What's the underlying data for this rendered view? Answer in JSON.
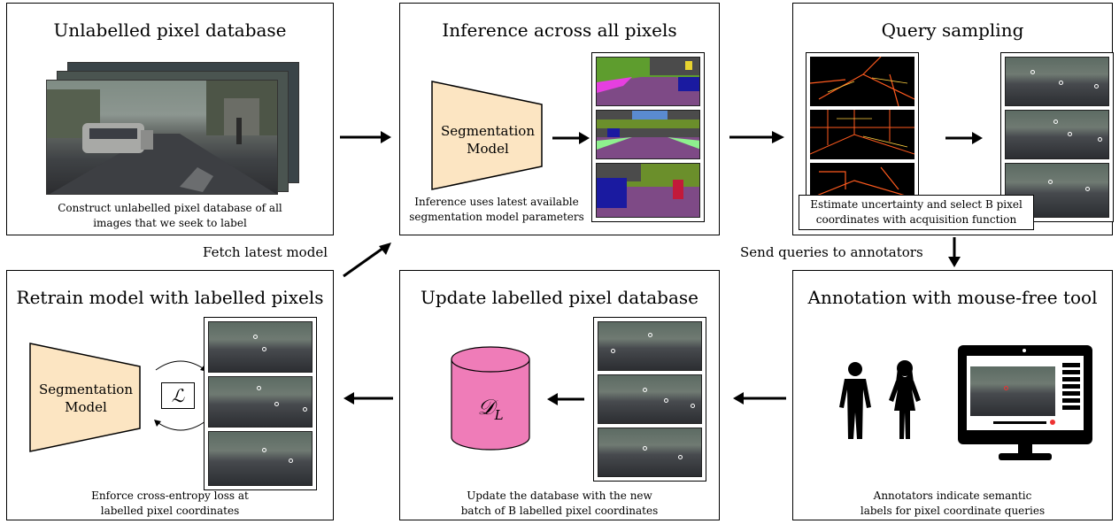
{
  "panels": {
    "unlabelled": {
      "title": "Unlabelled pixel database",
      "caption_line1": "Construct unlabelled pixel database of all",
      "caption_line2": "images that we seek to label"
    },
    "inference": {
      "title": "Inference across all pixels",
      "model_line1": "Segmentation",
      "model_line2": "Model",
      "caption_line1": "Inference uses latest available",
      "caption_line2": "segmentation model parameters"
    },
    "query": {
      "title": "Query sampling",
      "note_line1": "Estimate uncertainty and select B pixel",
      "note_line2": "coordinates with acquisition function"
    },
    "retrain": {
      "title": "Retrain model with labelled pixels",
      "model_line1": "Segmentation",
      "model_line2": "Model",
      "loss_symbol": "ℒ",
      "caption_line1": "Enforce cross-entropy loss at",
      "caption_line2": "labelled pixel coordinates"
    },
    "update": {
      "title": "Update labelled pixel database",
      "db_label": "𝒟",
      "db_sub": "L",
      "caption_line1": "Update the database with the new",
      "caption_line2": "batch of B labelled pixel coordinates"
    },
    "annotation": {
      "title": "Annotation with mouse-free tool",
      "caption_line1": "Annotators indicate semantic",
      "caption_line2": "labels for pixel coordinate queries"
    }
  },
  "labels": {
    "fetch": "Fetch latest model",
    "send": "Send queries to annotators"
  },
  "colors": {
    "model_fill": "#fce5c2",
    "db_fill": "#ef7cb8",
    "road": "#7e4a86",
    "sidewalk": "#e63fe0",
    "vegetation": "#6b8f2b",
    "vehicle": "#1a1aa0",
    "building": "#4b4b4b",
    "sky": "#5a8bd0",
    "heat": "#ff5a1e"
  }
}
